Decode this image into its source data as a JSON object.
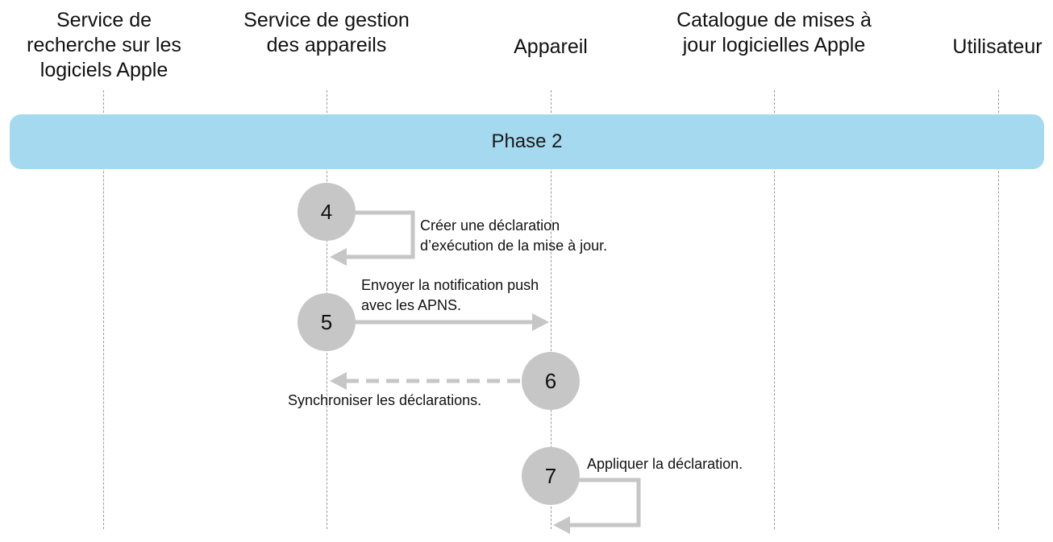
{
  "lanes": [
    {
      "title": "Service de\nrecherche sur les\nlogiciels Apple"
    },
    {
      "title": "Service de gestion\ndes appareils"
    },
    {
      "title": "Appareil"
    },
    {
      "title": "Catalogue de mises à\njour logicielles Apple"
    },
    {
      "title": "Utilisateur"
    }
  ],
  "phase": {
    "label": "Phase 2"
  },
  "steps": [
    {
      "number": "4",
      "label": "Créer une déclaration\nd’exécution de la mise à jour."
    },
    {
      "number": "5",
      "label": "Envoyer la notification push\navec les APNS."
    },
    {
      "number": "6",
      "label": "Synchroniser les déclarations."
    },
    {
      "number": "7",
      "label": "Appliquer la déclaration."
    }
  ],
  "colors": {
    "phase_bar": "#a5d9ef",
    "step_circle": "#c6c6c6",
    "arrow": "#c6c6c6",
    "lifeline": "#9a9a9a"
  }
}
